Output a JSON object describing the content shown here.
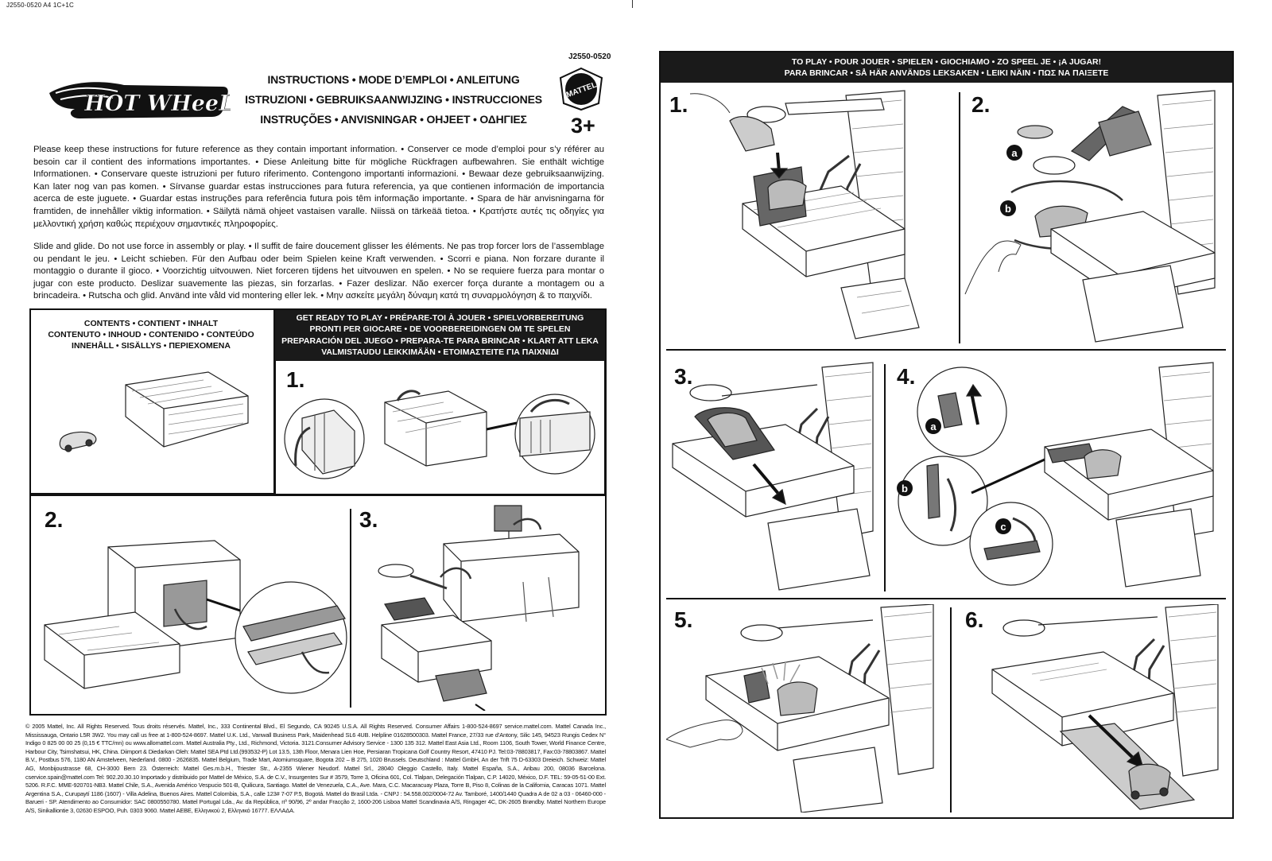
{
  "header": {
    "code": "J2550-0520  A4  1C+1C"
  },
  "doc_code": "J2550-0520",
  "brand": {
    "logo_text": "HOT WHeeLS",
    "mattel_badge": "MATTEL"
  },
  "titles": [
    "INSTRUCTIONS • MODE D’EMPLOI • ANLEITUNG",
    "ISTRUZIONI • GEBRUIKSAANWIJZING • INSTRUCCIONES",
    "INSTRUÇÕES • ANVISNINGAR • OHJEET • ΟΔΗΓΙΕΣ"
  ],
  "age": "3+",
  "para_keep": "Please keep these instructions for future reference as they contain important information. • Conserver ce mode d’emploi pour s’y référer au besoin car il contient des informations importantes. • Diese Anleitung bitte für mögliche Rückfragen aufbewahren. Sie enthält wichtige Informationen. • Conservare queste istruzioni per futuro riferimento. Contengono importanti informazioni. • Bewaar deze gebruiksaanwijzing. Kan later nog van pas komen. • Sírvanse guardar estas instrucciones para futura referencia, ya que contienen información de importancia acerca de este juguete. • Guardar estas instruções para referência futura pois têm informação importante. • Spara de här anvisningarna för framtiden, de innehåller viktig information. • Säilytä nämä ohjeet vastaisen varalle. Niissä on tärkeää tietoa. • Κρατήστε αυτές τις οδηγίες για μελλοντική χρήση καθώς περιέχουν σημαντικές πληροφορίες.",
  "para_slide": "Slide and glide.  Do not use force in assembly or play. • Il suffit de faire doucement glisser les éléments. Ne pas trop forcer lors de l’assemblage ou pendant le jeu. • Leicht schieben. Für den Aufbau oder beim Spielen keine Kraft verwenden. • Scorri e piana. Non forzare durante il montaggio o durante il gioco. • Voorzichtig uitvouwen. Niet forceren tijdens het uitvouwen en spelen. • No se requiere fuerza para montar o jugar con este producto. Deslizar suavemente las piezas, sin forzarlas. • Fazer deslizar. Não exercer força durante a montagem ou a brincadeira. • Rutscha och glid. Använd inte våld vid montering eller lek. • Μην ασκείτε μεγάλη δύναμη κατά τη συναρμολόγηση & το παιχνίδι.",
  "contents_title": [
    "CONTENTS • CONTIENT • INHALT",
    "CONTENUTO • INHOUD • CONTENIDO • CONTEÚDO",
    "INNEHÅLL • SISÄLLYS • ΠΕΡΙΕΧΟΜΕΝΑ"
  ],
  "ready_head": [
    "GET READY TO PLAY • PRÉPARE-TOI À JOUER • SPIELVORBEREITUNG",
    "PRONTI PER GIOCARE • DE VOORBEREIDINGEN OM TE SPELEN",
    "PREPARACIÓN DEL JUEGO • PREPARA-TE PARA BRINCAR • KLART ATT LEKA",
    "VALMISTAUDU LEIKKIMÄÄN • ΕΤΟΙΜΑΣΤΕΙΤΕ ΓΙΑ ΠΑΙΧΝΙΔΙ"
  ],
  "assembly_steps": [
    "1.",
    "2.",
    "3."
  ],
  "play_head": [
    "TO PLAY • POUR JOUER • SPIELEN • GIOCHIAMO • ZO SPEEL JE • ¡A JUGAR!",
    "PARA BRINCAR • SÅ HÄR ANVÄNDS LEKSAKEN • LEIKI NÄIN • ΠΩΣ ΝΑ ΠΑΙΞΕΤΕ"
  ],
  "play_steps": [
    "1.",
    "2.",
    "3.",
    "4.",
    "5.",
    "6."
  ],
  "callouts": {
    "a": "a",
    "b": "b",
    "c": "c"
  },
  "footer": "© 2005 Mattel, Inc. All Rights Reserved. Tous droits réservés. Mattel, Inc., 333 Continental Blvd., El Segundo, CA 90245 U.S.A. All Rights Reserved. Consumer Affairs 1-800-524-8697 service.mattel.com. Mattel Canada Inc., Mississauga, Ontario L5R 3W2. You may call us free at 1-800-524-8697. Mattel U.K. Ltd., Vanwall Business Park, Maidenhead SL6 4UB. Helpline 01628500303. Mattel France, 27/33 rue d’Antony, Silic 145, 94523 Rungis Cedex N° Indigo 0 825 00 00 25 (0,15 € TTC/mn) ou www.allomattel.com. Mattel Australia Pty., Ltd., Richmond, Victoria. 3121.Consumer Advisory Service - 1300 135 312. Mattel East Asia Ltd., Room 1106, South Tower, World Finance Centre, Harbour City, Tsimshatsui, HK, China. Diimport & Diedarkan Oleh: Mattel SEA Ptd Ltd.(993532-P) Lot 13.5, 13th Floor, Menara Lien Hoe, Persiaran Tropicana Golf Country Resort, 47410 PJ. Tel:03-78803817, Fax:03-78803867. Mattel B.V., Postbus 576, 1180 AN Amstelveen, Nederland. 0800 - 2626835. Mattel Belgium, Trade Mart, Atomiumsquare, Bogota 202 – B 275, 1020 Brussels. Deutschland : Mattel GmbH, An der Trift 75 D-63303 Dreieich. Schweiz: Mattel AG, Monbijoustrasse 68, CH-3000 Bern 23. Österreich: Mattel Ges.m.b.H., Triester Str., A-2355 Wiener Neudorf. Mattel Srl., 28040 Oleggio Castello, Italy. Mattel España, S.A., Aribau 200, 08036 Barcelona. cservice.spain@mattel.com Tel: 902.20.30.10 Importado y distribuido por Mattel de México, S.A. de C.V., Insurgentes Sur # 3579, Torre 3, Oficina 601, Col. Tlalpan, Delegación Tlalpan, C.P. 14020, México, D.F. TEL: 59-05-51-00 Ext. 5206. R.F.C. MME-920701-NB3. Mattel Chile, S.A., Avenida Américo Vespucio 501-B, Quilicura, Santiago. Mattel de Venezuela, C.A., Ave. Mara, C.C. Macaracuay Plaza, Torre B, Piso 8, Colinas de la California, Caracas 1071. Mattel Argentina S.A., Curupaytí 1186 (1607) - Villa Adelina, Buenos Aires. Mattel Colombia, S.A., calle 123# 7-07 P.5, Bogotá. Mattel do Brasil Ltda. - CNPJ : 54.558.002/0004-72 Av. Tamboré, 1400/1440 Quadra A de 02 a 03 - 06460-000 - Barueri - SP. Atendimento ao Consumidor: SAC 0800550780. Mattel Portugal Lda., Av. da República, nº 90/96, 2º andar Fracção 2, 1600-206 Lisboa Mattel Scandinavia A/S, Ringager 4C, DK-2605 Brøndby. Mattel Northern Europe A/S, Sinikalliontie 3, 02630 ESPOO, Puh. 0303 9060. Mattel AEBE, Ελληνικού 2, Ελληνικό 16777. ΕΛΛΑΔΑ."
}
